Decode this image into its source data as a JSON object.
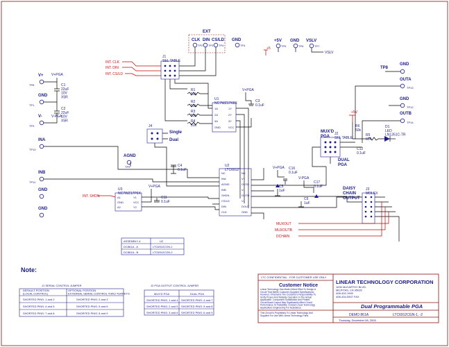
{
  "header": {
    "ext": "EXT",
    "clk": "CLK",
    "din": "DIN",
    "cs_ld": "CS/LD",
    "gnd_top": "GND",
    "plus5": "+5",
    "plus5v": "+5V",
    "gnd_top2": "GND",
    "vslv": "VSLV",
    "vslv_wire": "VSLV"
  },
  "tps": {
    "tp_clk": "TP2",
    "tp_din": "TP3",
    "tp_csld": "TP4",
    "tp_gnd1": "TP4",
    "tp_p5v": "TP5",
    "tp_gnd2": "TP6",
    "tp_vslv": "TP7",
    "tp_vplus": "TP8",
    "tp_gnda": "TP1",
    "tp_vminus": "TP3",
    "tp_ina": "TP10",
    "tp_agnd": "TP9",
    "tp_inb": "TP11",
    "tp_gnd_r1": "TP8",
    "tp_out_r": "TP13",
    "tp_gnd_r2": "TP12",
    "tp_outb_r": "TP14"
  },
  "left": {
    "vplus": "V+",
    "gnd1": "GND",
    "vminus": "V-",
    "ina": "INA",
    "agnd": "AGND",
    "inb": "INB",
    "gnd2": "GND",
    "gnd3": "GND",
    "vpga1": "V+PGA",
    "vpga2": "V-PGA",
    "c1": "C1\n22uF\n10V\nX5R",
    "c2": "C2\n22uF\n10V\nX5R"
  },
  "nets": {
    "int_clk": "INT. CLK",
    "int_din": "INT. DIN",
    "int_csld": "INT. CS/LD",
    "int_shdn": "INT. SHDN",
    "muxout": "MUXOUT",
    "muxoutb": "MUXOUTB",
    "dchain": "DCHAIN"
  },
  "parts": {
    "j1": "J1\nSEL TABLE",
    "u1": "U1\nNC7WZ17K8X",
    "u2": "U2\nLTC6912*",
    "u3": "U3\nNC7WZ17P6X",
    "j2": "J2\nSEL TABLE",
    "j3": "J3\nMOLEX",
    "j4": "J4",
    "single": "Single",
    "dual": "Dual",
    "mux_pga": "MUX'D\nPGA",
    "dual_pga": "DUAL\nPGA",
    "daisy": "DAISY\nCHAIN\nOUTPUT",
    "d1": "D1\nLED\nLN1351C-TR",
    "r5": "R5\n604",
    "r6": "R6\n50k",
    "r1": "R1\n51k",
    "r2": "R2\n51k",
    "r3": "R3\n51k",
    "r4": "R4\n51k",
    "c3": "C3\n0.1uF",
    "c4": "C4\n0.1uF",
    "c5": "C5\n1uF",
    "c16": "C16\n0.1uF",
    "c17": "C17\n0.1uF",
    "c6": "C6\n1uF",
    "c11": "C11\n0.1uF",
    "c10": "C10\n0.1uF",
    "c12": "C12\n0.1uF",
    "vpga_u1": "V+PGA",
    "vpga_c5": "V+PGA",
    "vpga_u3": "V+PGA",
    "vpga_u2a": "V+PGA",
    "vpga_u2b": "V-PGA",
    "plus5v_r": "+5V",
    "u1_pins": [
      "1A",
      "1Y",
      "2A",
      "2Y",
      "VCC",
      "GND",
      "3A",
      "3Y"
    ],
    "u2_left": [
      "NC",
      "INA",
      "AGND",
      "INB",
      "SHDN",
      "CS/LD",
      "DIN",
      "CLK"
    ],
    "u2_right": [
      "NC",
      "V+",
      "OUTA",
      "V-",
      "OUTB",
      "V-",
      "DOUT",
      "GND"
    ],
    "u3_pins": [
      "A1",
      "GND",
      "A2",
      "Y1",
      "VCC",
      "Y2"
    ]
  },
  "assembly_table": [
    [
      "ASSEMBLY #",
      "U2"
    ],
    [
      "DC861A - A",
      "LTC6912CGN-1"
    ],
    [
      "DC861A - B",
      "LTC6912CGN-2"
    ]
  ],
  "note": "Note:",
  "j1_table": {
    "title": "J1 SERIAL CONTROL JUMPER",
    "headers": [
      "DEFAULT POSITION\n(LOCAL CONTROL)",
      "OPTIONAL POSITION\nEXTERNAL SERIAL CONTROL THRU TURRETS"
    ],
    "rows": [
      [
        "SHORTED PINS: 1 and 2",
        "SHORTED PINS: 2 and 3"
      ],
      [
        "SHORTED PINS: 4 and 5",
        "SHORTED PINS: 5 and 6"
      ],
      [
        "SHORTED PINS: 7 and 8",
        "SHORTED PINS: 8 and 9"
      ]
    ]
  },
  "j2_table": {
    "title": "J2 PGA OUTPUT CONTROL JUMPER",
    "headers": [
      "MUX'D PGA",
      "DUAL PGA"
    ],
    "rows": [
      [
        "SHORTED PINS: 1 and 4",
        "SHORTED PINS: 4 and 7"
      ],
      [
        "SHORTED PINS: 2 and 5",
        "SHORTED PINS: 5 and 8"
      ],
      [
        "SHORTED PINS: 3 and 6",
        "SHORTED PINS: 6 and 9"
      ]
    ]
  },
  "title_block": {
    "confidential": "LTC CONFIDENTIAL - FOR CUSTOMER USE ONLY",
    "notice_title": "Customer Notice",
    "notice_text": "Linear Technology Has Made A Best Effort To Design A\nCircuit That Meets Customer-Supplied Specifications;\nHowever, It Remains The Customer's Responsibility To\nVerify Proper And Reliable Operation In The Actual\nApplication. Component Substitution And Printed\nCircuit Board Layout May Significantly Affect Circuit\nPerformance Or Reliability. Contact Linear Technology\nApplications Engineering For Assistance.",
    "property_text": "This Circuit Is Proprietary To Linear Technology And\nSupplied For Use With Linear Technology Parts.",
    "company": "LINEAR TECHNOLOGY CORPORATION",
    "address": "1630 McCARTHY BLVD.\nMILPITAS, CA  95035\n408-432-1900\n408-434-0507 FAX",
    "title": "Dual Programmable PGA",
    "board": "DEMO 861A",
    "part": "LTC6912CGN-1, -2",
    "date": "Thursday, December 08, 2005"
  }
}
